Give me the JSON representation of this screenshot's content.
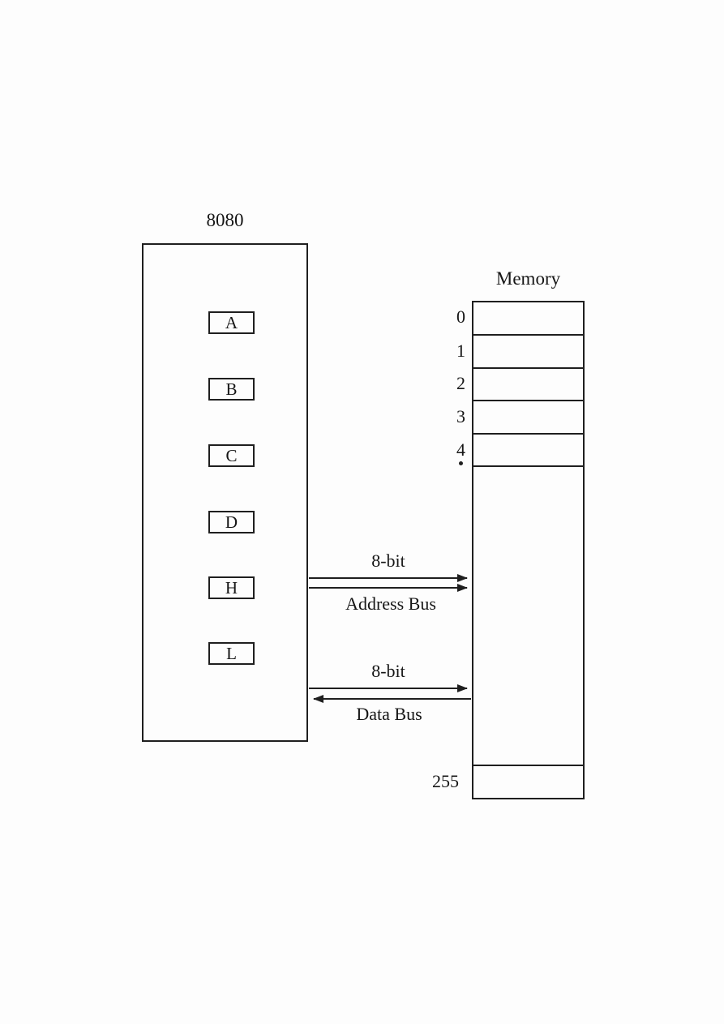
{
  "cpu": {
    "title": "8080",
    "registers": [
      "A",
      "B",
      "C",
      "D",
      "H",
      "L"
    ]
  },
  "memory": {
    "title": "Memory",
    "addresses": [
      "0",
      "1",
      "2",
      "3",
      "4"
    ],
    "last_address": "255"
  },
  "address_bus": {
    "width_label": "8-bit",
    "name_label": "Address Bus",
    "direction": "cpu-to-memory",
    "line_count": 2
  },
  "data_bus": {
    "width_label": "8-bit",
    "name_label": "Data Bus",
    "direction": "bidirectional",
    "line_count": 2
  },
  "colors": {
    "line": "#1f1f1f",
    "text": "#161616",
    "background": "#fdfdfd"
  }
}
